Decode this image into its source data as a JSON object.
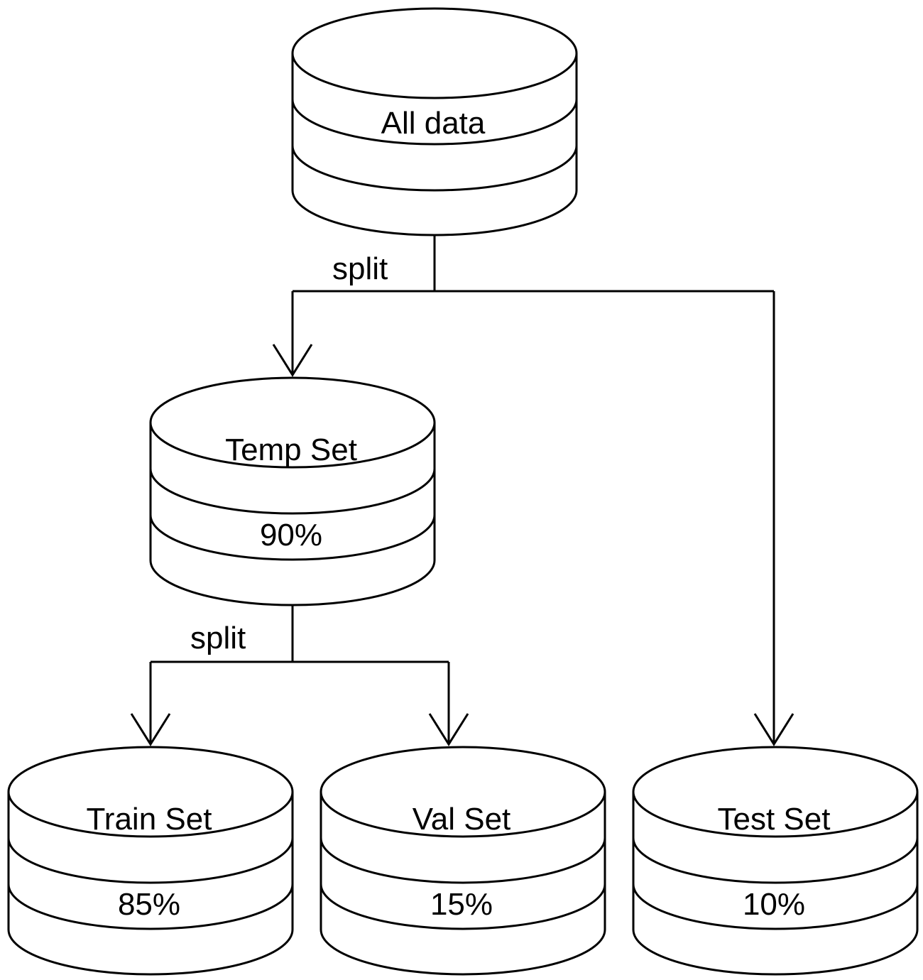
{
  "diagram": {
    "nodes": {
      "all_data": {
        "title": "All data",
        "value": ""
      },
      "temp_set": {
        "title": "Temp Set",
        "value": "90%"
      },
      "train_set": {
        "title": "Train Set",
        "value": "85%"
      },
      "val_set": {
        "title": "Val Set",
        "value": "15%"
      },
      "test_set": {
        "title": "Test Set",
        "value": "10%"
      }
    },
    "edges": {
      "split_1": {
        "label": "split",
        "from": "all_data",
        "to": [
          "temp_set",
          "test_set"
        ]
      },
      "split_2": {
        "label": "split",
        "from": "temp_set",
        "to": [
          "train_set",
          "val_set"
        ]
      }
    },
    "colors": {
      "stroke": "#000000",
      "fill": "#ffffff"
    }
  }
}
